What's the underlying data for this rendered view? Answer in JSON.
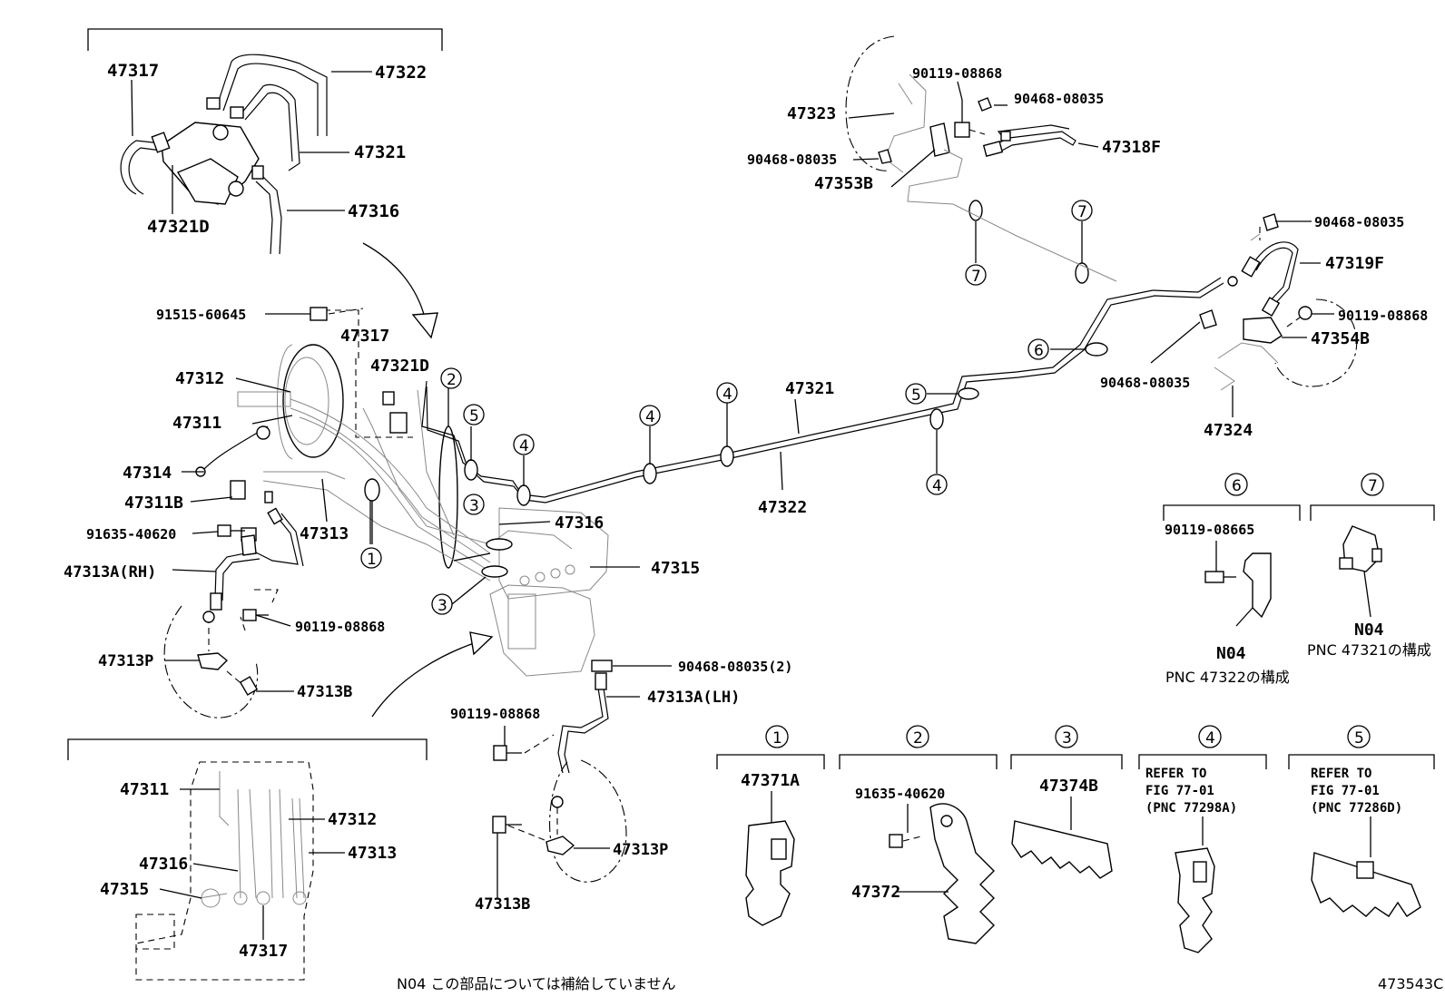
{
  "labels": {
    "p47317_top": "47317",
    "p47322_top": "47322",
    "p47321_top": "47321",
    "p47321D_top": "47321D",
    "p47316_top": "47316",
    "p91515": "91515-60645",
    "p47317_mid": "47317",
    "p47321D_mid": "47321D",
    "p47312": "47312",
    "p47311": "47311",
    "p47314": "47314",
    "p47311B": "47311B",
    "p47313": "47313",
    "p91635_left": "91635-40620",
    "p47313A_RH": "47313A(RH)",
    "p90119_left": "90119-08868",
    "p47313P_left": "47313P",
    "p47313B_left": "47313B",
    "p47316_mid": "47316",
    "p47315": "47315",
    "p90468_2": "90468-08035(2)",
    "p47313A_LH": "47313A(LH)",
    "p90119_mid": "90119-08868",
    "p47313P_mid": "47313P",
    "p47313B_mid": "47313B",
    "p47321_mid": "47321",
    "p47322_mid": "47322",
    "p90119_topright": "90119-08868",
    "p90468_a": "90468-08035",
    "p47323": "47323",
    "p90468_b": "90468-08035",
    "p47353B": "47353B",
    "p47318F": "47318F",
    "p90468_c": "90468-08035",
    "p47319F": "47319F",
    "p90119_right": "90119-08868",
    "p47354B": "47354B",
    "p90468_d": "90468-08035",
    "p47324": "47324",
    "p47311_bot": "47311",
    "p47312_bot": "47312",
    "p47316_bot": "47316",
    "p47313_bot": "47313",
    "p47315_bot": "47315",
    "p47317_bot": "47317"
  },
  "callouts": {
    "c1": "1",
    "c2": "2",
    "c3": "3",
    "c4": "4",
    "c5": "5",
    "c6": "6",
    "c7": "7"
  },
  "insets": {
    "i6_part": "90119-08665",
    "i6_code": "N04",
    "i6_note": "PNC 47322の構成",
    "i7_code": "N04",
    "i7_note": "PNC 47321の構成",
    "b1_part": "47371A",
    "b2_part1": "91635-40620",
    "b2_part2": "47372",
    "b3_part": "47374B",
    "b4_l1": "REFER TO",
    "b4_l2": "FIG 77-01",
    "b4_l3": "(PNC 77298A)",
    "b5_l1": "REFER TO",
    "b5_l2": "FIG 77-01",
    "b5_l3": "(PNC 77286D)"
  },
  "footer": {
    "note": "N04 この部品については補給していません",
    "figure_id": "473543C"
  }
}
